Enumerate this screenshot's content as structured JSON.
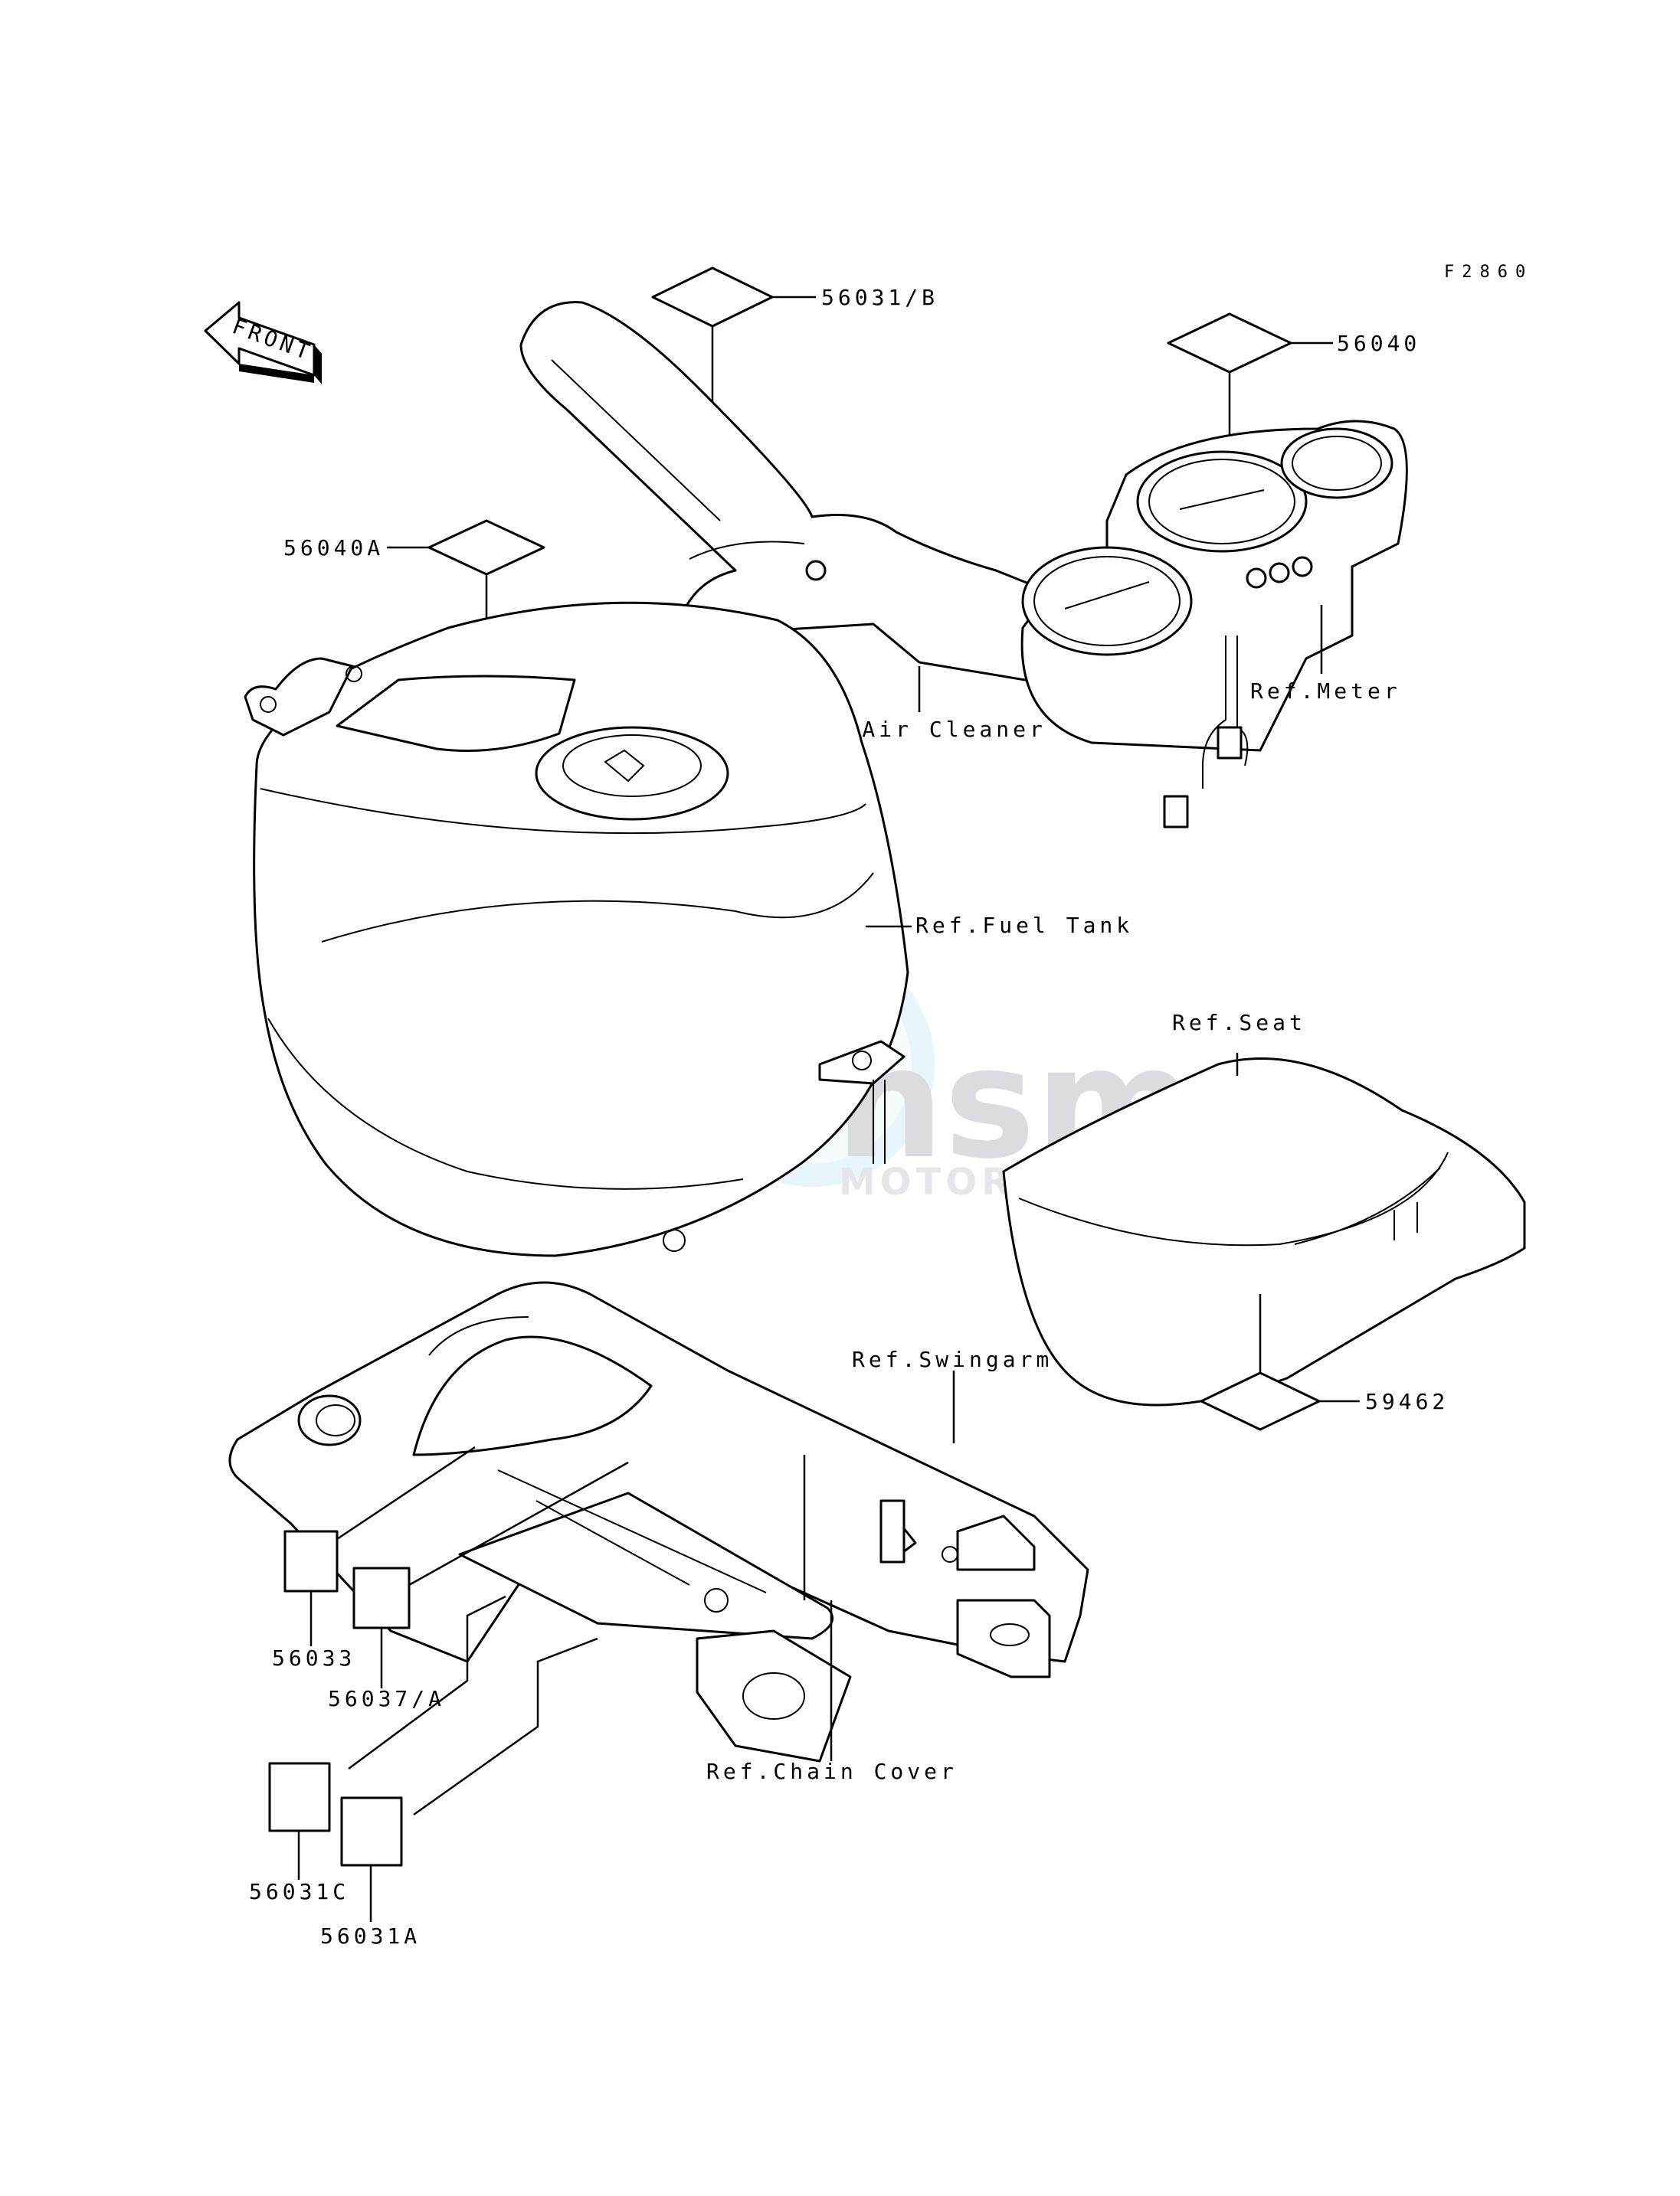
{
  "figure_code": "F2860",
  "front_arrow_label": "FRONT",
  "watermark": {
    "line1": "nsm",
    "line2": "MOTORPARTS"
  },
  "callouts": {
    "c56031B": "56031/B",
    "c56040": "56040",
    "c56040A": "56040A",
    "c59462": "59462",
    "c56033": "56033",
    "c56037A": "56037/A",
    "c56031C": "56031C",
    "c56031A": "56031A"
  },
  "references": {
    "air_cleaner": "Ref.Air Cleaner",
    "meter": "Ref.Meter",
    "fuel_tank": "Ref.Fuel Tank",
    "seat": "Ref.Seat",
    "swingarm": "Ref.Swingarm",
    "chain_cover": "Ref.Chain Cover"
  }
}
